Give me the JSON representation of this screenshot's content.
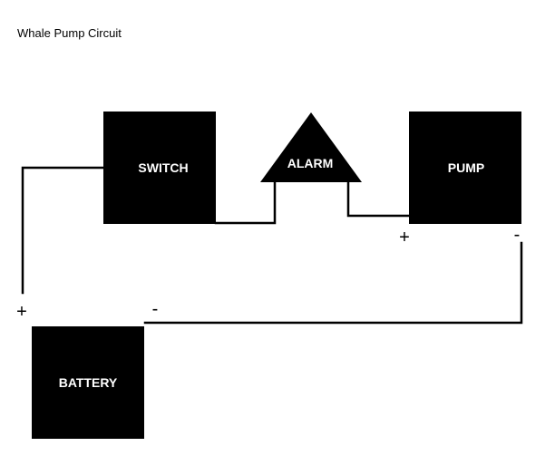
{
  "title": "Whale Pump Circuit",
  "colors": {
    "component_fill": "#000000",
    "label_color": "#ffffff",
    "wire_color": "#000000",
    "background": "#ffffff"
  },
  "components": {
    "switch": {
      "label": "SWITCH",
      "shape": "rectangle"
    },
    "alarm": {
      "label": "ALARM",
      "shape": "triangle"
    },
    "pump": {
      "label": "PUMP",
      "shape": "rectangle"
    },
    "battery": {
      "label": "BATTERY",
      "shape": "rectangle"
    }
  },
  "terminals": {
    "pump_positive": "+",
    "pump_negative": "-",
    "battery_positive": "+",
    "battery_negative": "-"
  },
  "connections": [
    {
      "from": "battery.positive",
      "to": "switch"
    },
    {
      "from": "switch",
      "to": "alarm"
    },
    {
      "from": "alarm",
      "to": "pump.positive"
    },
    {
      "from": "pump.negative",
      "to": "battery.negative"
    }
  ]
}
